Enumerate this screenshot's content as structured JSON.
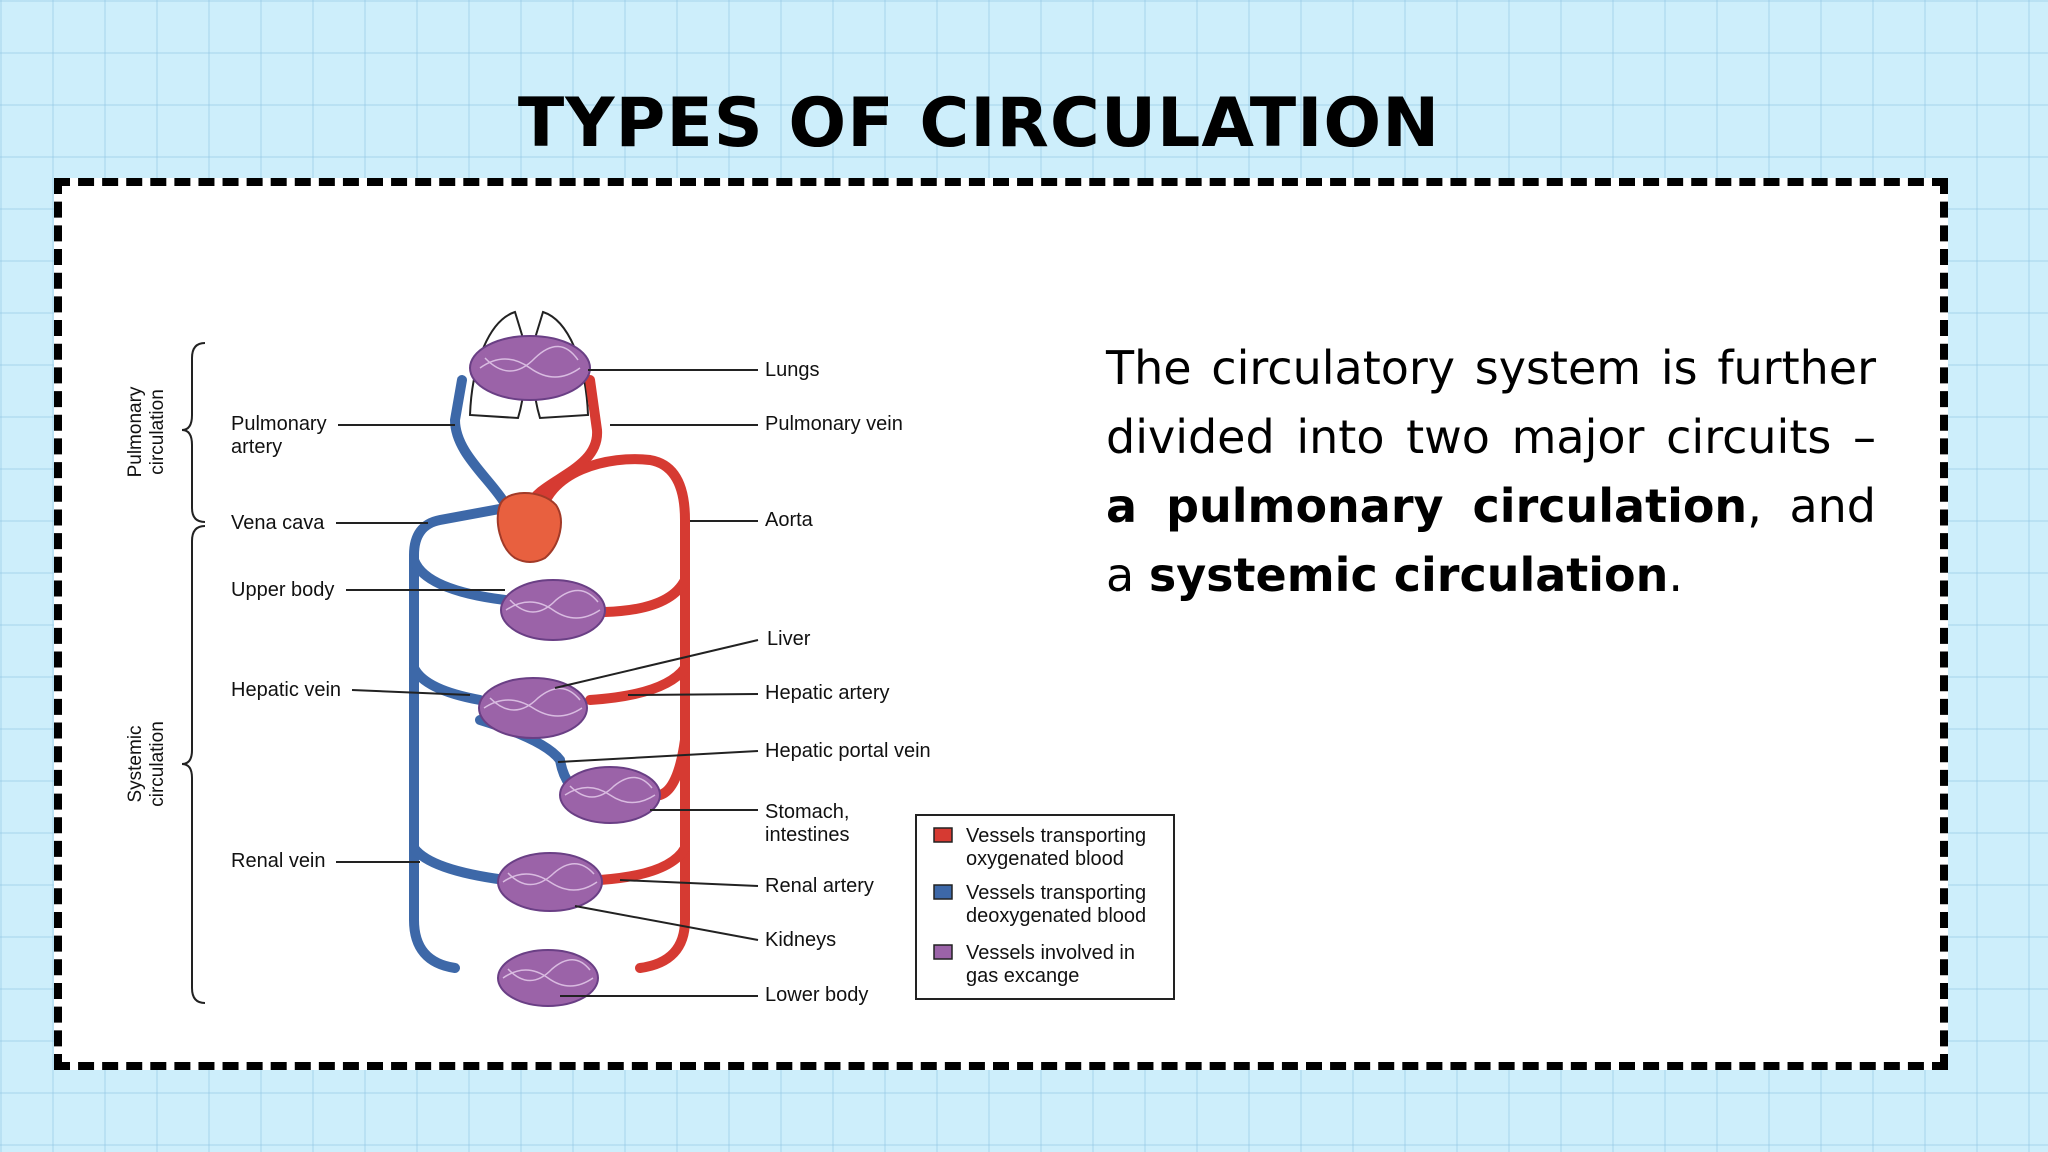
{
  "slide": {
    "title": "TYPES OF CIRCULATION",
    "description": {
      "intro": "The circulatory system is further divided into two major circuits – ",
      "term1": "a pulmonary circulation",
      "middle": ", and a ",
      "term2": "systemic circulation",
      "end": "."
    }
  },
  "diagram": {
    "brace_labels": {
      "pulmonary": [
        "Pulmonary",
        "circulation"
      ],
      "systemic": [
        "Systemic",
        "circulation"
      ]
    },
    "left_labels": {
      "pulmonary_artery": [
        "Pulmonary",
        "artery"
      ],
      "vena_cava": "Vena cava",
      "upper_body": "Upper body",
      "hepatic_vein": "Hepatic vein",
      "renal_vein": "Renal vein"
    },
    "right_labels": {
      "lungs": "Lungs",
      "pulmonary_vein": "Pulmonary vein",
      "aorta": "Aorta",
      "liver": "Liver",
      "hepatic_artery": "Hepatic artery",
      "hepatic_portal_vein": "Hepatic portal vein",
      "stomach_intestines": [
        "Stomach,",
        "intestines"
      ],
      "renal_artery": "Renal artery",
      "kidneys": "Kidneys",
      "lower_body": "Lower body"
    },
    "legend": [
      {
        "lines": [
          "Vessels transporting",
          "oxygenated blood"
        ],
        "color": "#d63a32"
      },
      {
        "lines": [
          "Vessels transporting",
          "deoxygenated blood"
        ],
        "color": "#3d68a8"
      },
      {
        "lines": [
          "Vessels involved in",
          "gas excange"
        ],
        "color": "#9b63a8"
      }
    ],
    "colors": {
      "artery": "#d63a32",
      "vein": "#3d68a8",
      "capillary": "#9b63a8",
      "heart": "#e8603f"
    }
  }
}
